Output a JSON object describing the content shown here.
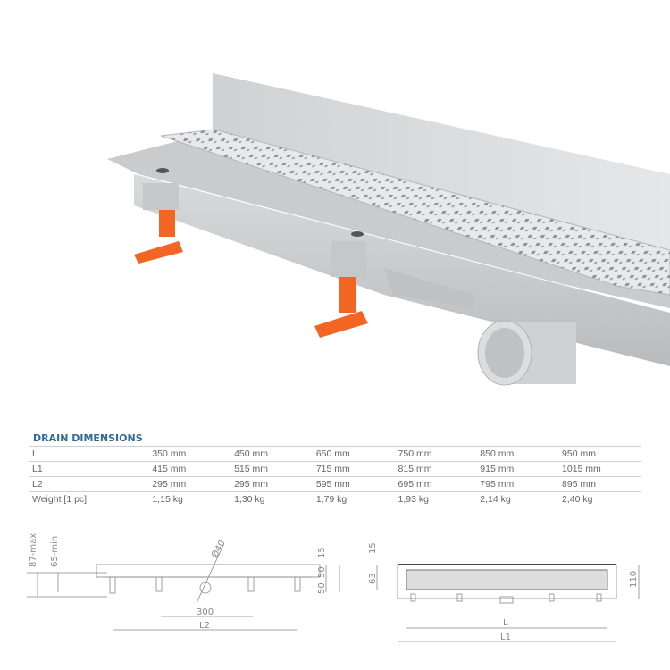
{
  "table": {
    "title": "DRAIN DIMENSIONS",
    "rows": [
      {
        "label": "L",
        "values": [
          "350 mm",
          "450 mm",
          "650 mm",
          "750 mm",
          "850 mm",
          "950 mm"
        ]
      },
      {
        "label": "L1",
        "values": [
          "415 mm",
          "515 mm",
          "715 mm",
          "815 mm",
          "915 mm",
          "1015 mm"
        ]
      },
      {
        "label": "L2",
        "values": [
          "295 mm",
          "295 mm",
          "595 mm",
          "695 mm",
          "795 mm",
          "895 mm"
        ]
      },
      {
        "label": "Weight [1 pc]",
        "values": [
          "1,15 kg",
          "1,30 kg",
          "1,79 kg",
          "1,93 kg",
          "2,14 kg",
          "2,40 kg"
        ]
      }
    ]
  },
  "side_drawing": {
    "max_height": "87-max",
    "min_height": "65-min",
    "pipe_diameter": "Ø40",
    "top": "15",
    "upper": "50",
    "lower": "50",
    "foot_spacing": "300",
    "l2": "L2"
  },
  "top_drawing": {
    "top": "15",
    "grate": "63",
    "width": "110",
    "l": "L",
    "l1": "L1"
  },
  "colors": {
    "accent": "#2f6a9a",
    "feet": "#f26522",
    "steel": "#d4d6d8"
  }
}
